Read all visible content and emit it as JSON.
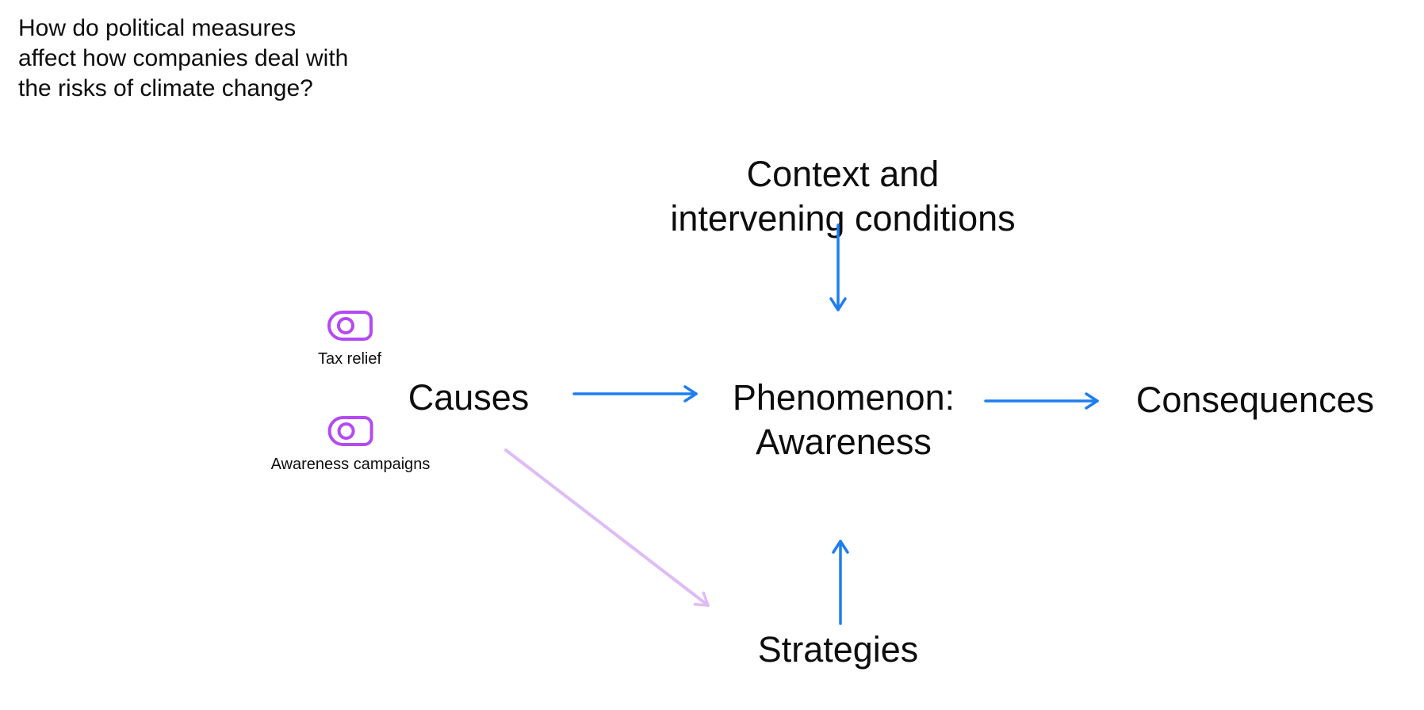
{
  "colors": {
    "background": "#ffffff",
    "text": "#0d0d0e",
    "arrow_blue": "#1f7df0",
    "code_purple": "#b44af2",
    "arrow_light_purple": "#debcf5"
  },
  "research_question": "How do political measures\naffect how companies deal with\nthe risks of climate change?",
  "nodes": {
    "context": "Context and\nintervening conditions",
    "causes": "Causes",
    "phenomenon": "Phenomenon:\nAwareness",
    "consequences": "Consequences",
    "strategies": "Strategies"
  },
  "codes": [
    {
      "icon": "code-icon",
      "label": "Tax relief"
    },
    {
      "icon": "code-icon",
      "label": "Awareness campaigns"
    }
  ],
  "arrows": [
    {
      "from": "context",
      "to": "phenomenon",
      "color": "blue",
      "direction": "down"
    },
    {
      "from": "causes",
      "to": "phenomenon",
      "color": "blue",
      "direction": "right"
    },
    {
      "from": "phenomenon",
      "to": "consequences",
      "color": "blue",
      "direction": "right"
    },
    {
      "from": "strategies",
      "to": "phenomenon",
      "color": "blue",
      "direction": "up"
    },
    {
      "from": "causes",
      "to": "strategies",
      "color": "light_purple",
      "direction": "down-right"
    }
  ]
}
